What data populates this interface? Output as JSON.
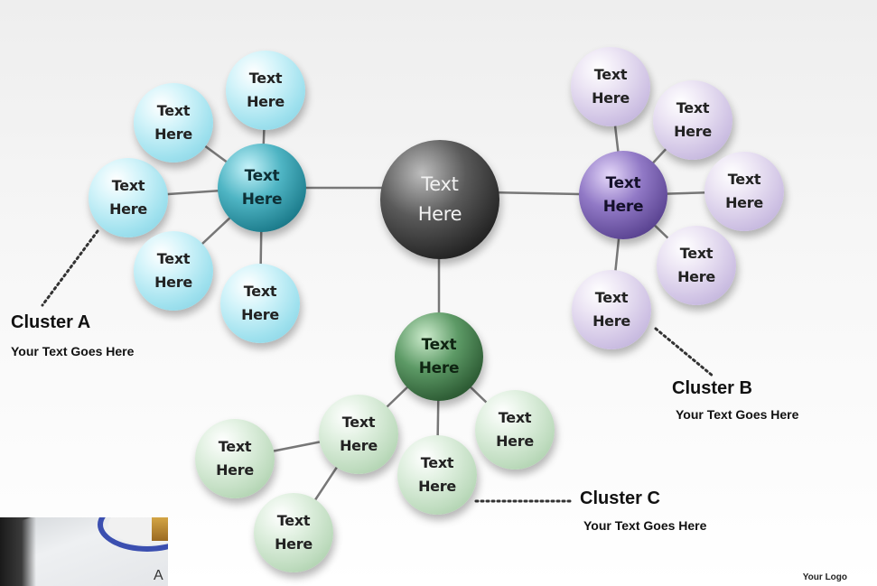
{
  "nodes": {
    "center": "Text\nHere",
    "hub_a": "Text\nHere",
    "a1": "Text\nHere",
    "a2": "Text\nHere",
    "a3": "Text\nHere",
    "a4": "Text\nHere",
    "a5": "Text\nHere",
    "hub_b": "Text\nHere",
    "b1": "Text\nHere",
    "b2": "Text\nHere",
    "b3": "Text\nHere",
    "b4": "Text\nHere",
    "b5": "Text\nHere",
    "hub_c": "Text\nHere",
    "c1": "Text\nHere",
    "c2": "Text\nHere",
    "c3": "Text\nHere",
    "c4": "Text\nHere",
    "c5": "Text\nHere"
  },
  "clusters": {
    "a": {
      "title": "Cluster A",
      "subtitle": "Your Text Goes Here"
    },
    "b": {
      "title": "Cluster B",
      "subtitle": "Your Text Goes Here"
    },
    "c": {
      "title": "Cluster C",
      "subtitle": "Your Text Goes Here"
    }
  },
  "logo": "Your Logo",
  "photo_corner_glyph": "A",
  "colors": {
    "cluster_a": "#7fcde0",
    "cluster_b": "#b4a6d3",
    "cluster_c": "#9dc69d",
    "center": "#262626",
    "connector": "#777777",
    "callout": "#333333"
  }
}
